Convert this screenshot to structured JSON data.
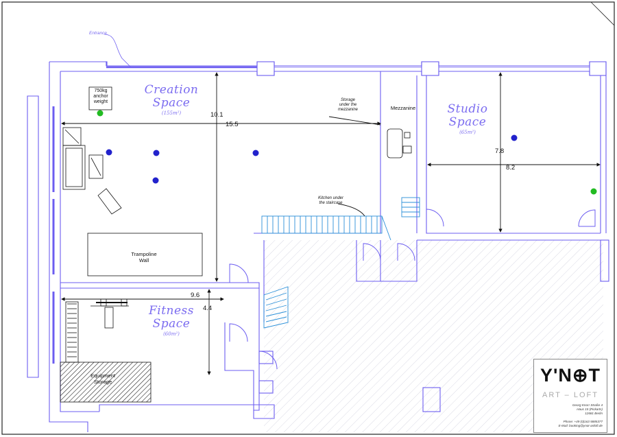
{
  "rooms": {
    "creation": {
      "title_line1": "Creation",
      "title_line2": "Space",
      "area": "(155m²)"
    },
    "studio": {
      "title_line1": "Studio",
      "title_line2": "Space",
      "area": "(65m²)"
    },
    "fitness": {
      "title_line1": "Fitness",
      "title_line2": "Space",
      "area": "(60m²)"
    }
  },
  "dimensions": {
    "creation_height": "10.1",
    "creation_width": "15.5",
    "studio_height": "7.8",
    "studio_width": "8.2",
    "fitness_width": "9.6",
    "fitness_height": "4.4"
  },
  "labels": {
    "entrance": "Entrance",
    "anchor_line1": "750kg",
    "anchor_line2": "anchor",
    "anchor_line3": "weight",
    "storage_line1": "Storage",
    "storage_line2": "under the",
    "storage_line3": "mezzanine",
    "mezzanine": "Mezzanine",
    "kitchen_line1": "Kitchen under",
    "kitchen_line2": "the staircase",
    "trampoline_line1": "Trampoline",
    "trampoline_line2": "Wall",
    "equipment_line1": "Equipment",
    "equipment_line2": "Storage"
  },
  "logo": {
    "name": "Y'N⊕T",
    "subtitle": "ART – LOFT",
    "address_line1": "Georg Knorr Straße 4",
    "address_line2": "Haus 15 (Pickarts)",
    "address_line3": "12681 Berlin",
    "phone": "Phone: +49 (0)163 5885377",
    "email": "E-Mail: booking@ynot-artloft.de"
  },
  "colors": {
    "wall": "#6b5cf0",
    "outline": "#111111",
    "rigging_blue": "#2222cc",
    "rigging_green": "#22bb22",
    "staircase": "#2a8fd8"
  }
}
